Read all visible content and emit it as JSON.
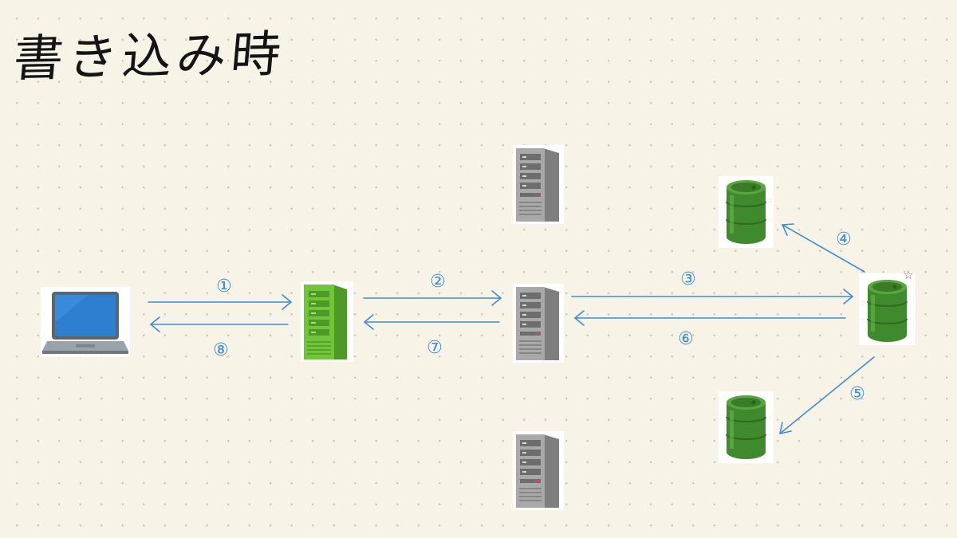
{
  "title": "書き込み時",
  "edges": [
    {
      "label": "①",
      "from": "client",
      "to": "proxy-server"
    },
    {
      "label": "⑧",
      "from": "proxy-server",
      "to": "client"
    },
    {
      "label": "②",
      "from": "proxy-server",
      "to": "app-server"
    },
    {
      "label": "⑦",
      "from": "app-server",
      "to": "proxy-server"
    },
    {
      "label": "③",
      "from": "app-server",
      "to": "primary-db"
    },
    {
      "label": "⑥",
      "from": "primary-db",
      "to": "app-server"
    },
    {
      "label": "④",
      "from": "primary-db",
      "to": "replica-db-top"
    },
    {
      "label": "⑤",
      "from": "primary-db",
      "to": "replica-db-bottom"
    }
  ],
  "primary_marker": "☆",
  "colors": {
    "arrow": "#3d8be0",
    "marker": "#e8433a",
    "background": "#f7f3e7",
    "barrel": "#3f8a2c",
    "proxy": "#6ec23a",
    "server": "#9b9b9b",
    "laptop_screen": "#2f7fd1"
  },
  "icons": {
    "client": "laptop-icon",
    "proxy": "server-tower-green-icon",
    "servers": "server-tower-gray-icon",
    "databases": "database-barrel-icon"
  }
}
